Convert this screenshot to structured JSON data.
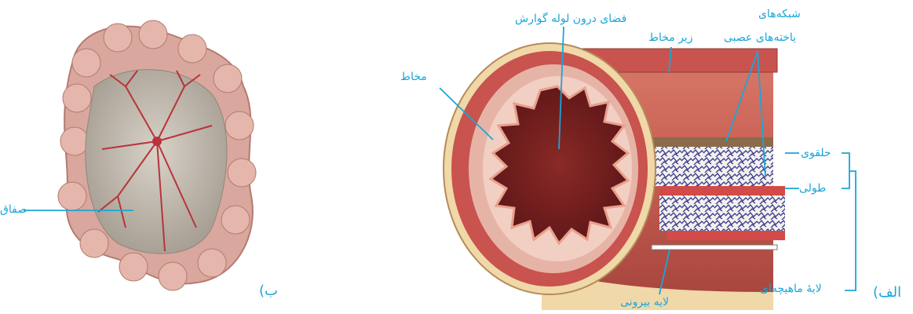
{
  "left_figure": {
    "panel_label": "ب)",
    "labels": {
      "peritoneum": "صفاق"
    }
  },
  "right_figure": {
    "panel_label": "الف)",
    "labels": {
      "lumen": "فضای درون لوله گوارش",
      "submucosa": "زیر مخاط",
      "mucosa": "مخاط",
      "nerve_networks_line1": "شبکه‌های",
      "nerve_networks_line2": "یاخته‌های عصبی",
      "circular": "حلقوی",
      "longitudinal": "طولی",
      "muscle_layer": "لایهٔ ماهیچه‌ای",
      "outer_layer": "لایه بیرونی"
    }
  },
  "colors": {
    "label": "#1aa6d8",
    "muscle": "#c9534e",
    "tissue_light": "#e6b4a6",
    "lumen": "#7a1f22",
    "nerve": "#3a3f8f",
    "outer": "#f0d8a8"
  }
}
